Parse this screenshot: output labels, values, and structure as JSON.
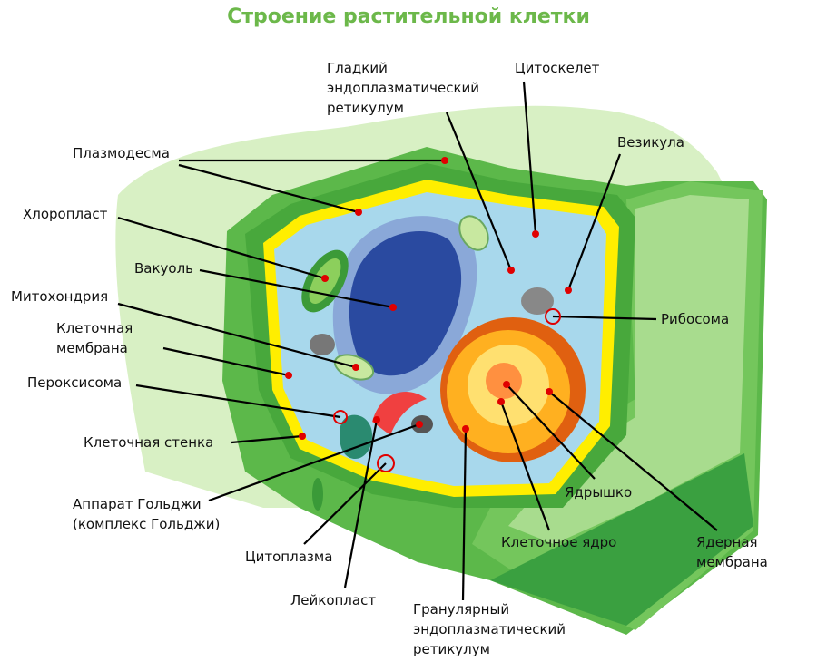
{
  "title": "Строение растительной клетки",
  "labels": {
    "smooth_er": [
      "Гладкий",
      "эндоплазматический",
      "ретикулум"
    ],
    "cytoskeleton": "Цитоскелет",
    "vesicle": "Везикула",
    "plasmodesma": "Плазмодесма",
    "chloroplast": "Хлоропласт",
    "vacuole": "Вакуоль",
    "mitochondrion": "Митохондрия",
    "cell_membrane": [
      "Клеточная",
      "мембрана"
    ],
    "peroxisome": "Пероксисома",
    "cell_wall": "Клеточная стенка",
    "golgi": [
      "Аппарат Гольджи",
      "(комплекс Гольджи)"
    ],
    "cytoplasm": "Цитоплазма",
    "leucoplast": "Лейкопласт",
    "rough_er": [
      "Гранулярный",
      "эндоплазматический",
      "ретикулум"
    ],
    "nucleus": "Клеточное ядро",
    "nucleolus": "Ядрышко",
    "nuclear_membrane": [
      "Ядерная",
      "мембрана"
    ],
    "ribosome": "Рибосома"
  },
  "colors": {
    "title": "#6cb84a",
    "pointer": "#e00000"
  }
}
